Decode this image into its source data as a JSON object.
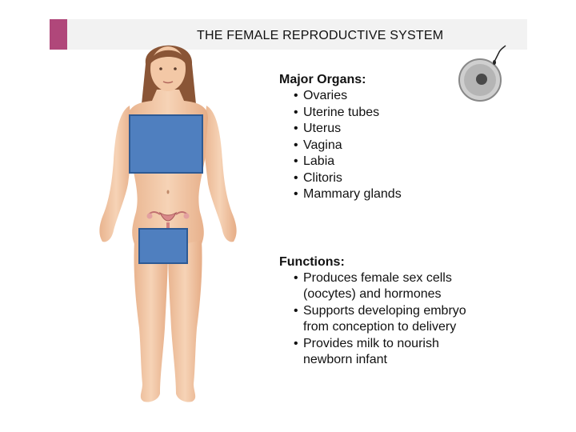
{
  "slide": {
    "title": "THE FEMALE REPRODUCTIVE SYSTEM",
    "colors": {
      "accent": "#b0477a",
      "header_bar": "#f2f2f2",
      "cover_box_fill": "#4f7fbf",
      "cover_box_border": "#2e5a94",
      "skin": "#f3c8a6",
      "hair": "#8a5536"
    }
  },
  "organs": {
    "heading": "Major Organs:",
    "bullet": "•",
    "items": [
      {
        "label": "Ovaries"
      },
      {
        "label": "Uterine tubes"
      },
      {
        "label": "Uterus"
      },
      {
        "label": "Vagina"
      },
      {
        "label": "Labia"
      },
      {
        "label": "Clitoris"
      },
      {
        "label": "Mammary glands"
      }
    ]
  },
  "functions": {
    "heading": "Functions:",
    "bullet": "•",
    "lines": [
      {
        "label": "Produces female sex cells",
        "bullet": true
      },
      {
        "label": "(oocytes) and hormones",
        "bullet": false
      },
      {
        "label": "Supports developing embryo",
        "bullet": true
      },
      {
        "label": "from conception to delivery",
        "bullet": false
      },
      {
        "label": "Provides milk to nourish",
        "bullet": true
      },
      {
        "label": "newborn infant",
        "bullet": false
      }
    ]
  },
  "icons": {
    "figure": "female-body-illustration",
    "cell": "oocyte-with-sperm-icon"
  }
}
